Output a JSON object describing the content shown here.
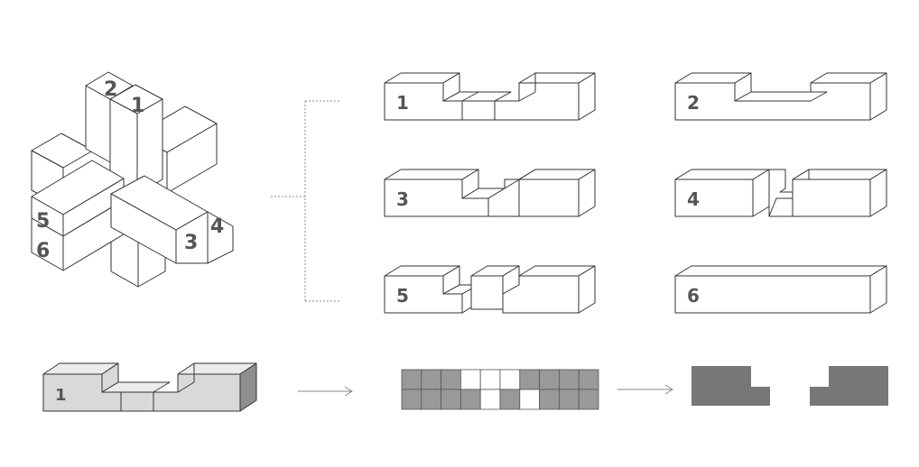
{
  "assembly": {
    "labels": [
      "1",
      "2",
      "3",
      "4",
      "5",
      "6"
    ]
  },
  "pieces": [
    {
      "label": "1",
      "type": "notch-step"
    },
    {
      "label": "2",
      "type": "wide-notch"
    },
    {
      "label": "3",
      "type": "step"
    },
    {
      "label": "4",
      "type": "step-mirror"
    },
    {
      "label": "5",
      "type": "double-notch"
    },
    {
      "label": "6",
      "type": "solid"
    }
  ],
  "bottom_row": {
    "piece_label": "1",
    "grid": {
      "rows": 2,
      "cols": 10,
      "filled_color": "#999999",
      "empty_color": "#ffffff",
      "cells": [
        [
          1,
          1,
          1,
          0,
          0,
          0,
          1,
          1,
          1,
          1
        ],
        [
          1,
          1,
          1,
          1,
          0,
          1,
          0,
          1,
          1,
          1
        ]
      ]
    },
    "shape_color": "#777777"
  }
}
